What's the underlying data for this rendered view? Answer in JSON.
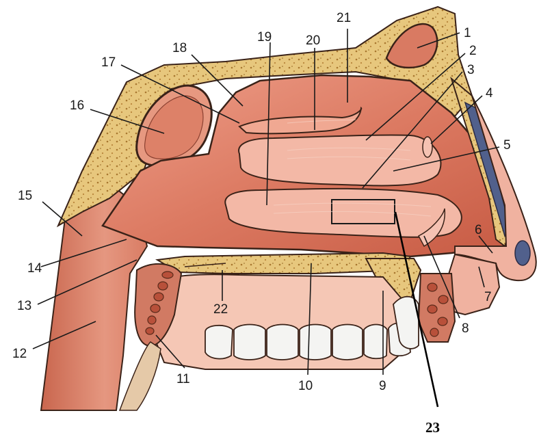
{
  "labels": {
    "l1": "1",
    "l2": "2",
    "l3": "3",
    "l4": "4",
    "l5": "5",
    "l6": "6",
    "l7": "7",
    "l8": "8",
    "l9": "9",
    "l10": "10",
    "l11": "11",
    "l12": "12",
    "l13": "13",
    "l14": "14",
    "l15": "15",
    "l16": "16",
    "l17": "17",
    "l18": "18",
    "l19": "19",
    "l20": "20",
    "l21": "21",
    "l22": "22",
    "l23": "23"
  },
  "colors": {
    "mucosa": "#d9735c",
    "mucosa_light": "#ec9a86",
    "mucosa_dark": "#b9503c",
    "bone": "#e7c77d",
    "bone_dots": "#a8772f",
    "outline": "#2a1a12",
    "tooth": "#f4f4f2",
    "skin": "#f0b2a0",
    "nasal_dark": "#51608c"
  }
}
